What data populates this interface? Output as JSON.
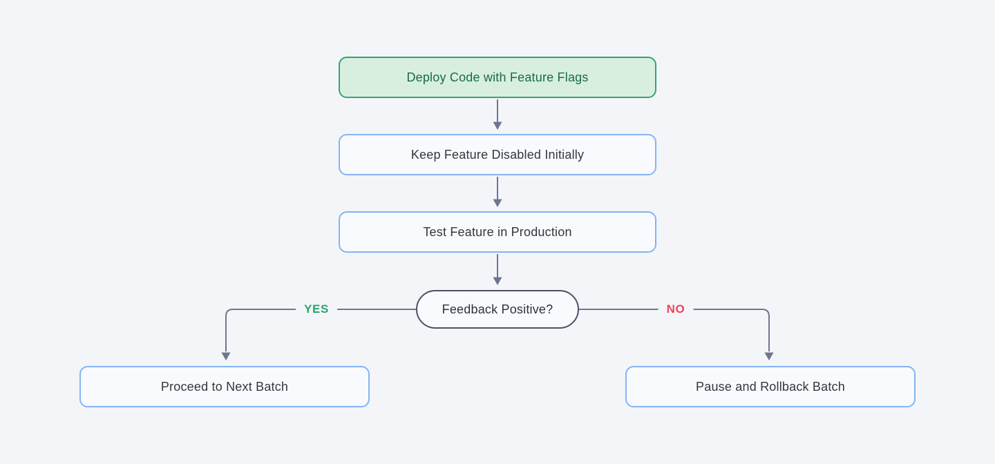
{
  "diagram": {
    "type": "flowchart",
    "nodes": {
      "deploy": {
        "label": "Deploy Code with Feature Flags",
        "shape": "rounded-rect",
        "variant": "start"
      },
      "keep": {
        "label": "Keep Feature Disabled Initially",
        "shape": "rounded-rect",
        "variant": "process"
      },
      "test": {
        "label": "Test Feature in Production",
        "shape": "rounded-rect",
        "variant": "process"
      },
      "decision": {
        "label": "Feedback Positive?",
        "shape": "stadium",
        "variant": "decision"
      },
      "proceed": {
        "label": "Proceed to Next Batch",
        "shape": "rounded-rect",
        "variant": "process"
      },
      "pause": {
        "label": "Pause and Rollback Batch",
        "shape": "rounded-rect",
        "variant": "process"
      }
    },
    "edges": [
      {
        "from": "deploy",
        "to": "keep",
        "label": ""
      },
      {
        "from": "keep",
        "to": "test",
        "label": ""
      },
      {
        "from": "test",
        "to": "decision",
        "label": ""
      },
      {
        "from": "decision",
        "to": "proceed",
        "label": "YES"
      },
      {
        "from": "decision",
        "to": "pause",
        "label": "NO"
      }
    ],
    "edge_labels": {
      "yes": "YES",
      "no": "NO"
    },
    "colors": {
      "background": "#f3f5f9",
      "start_fill": "#d8efe0",
      "start_border": "#36a372",
      "start_text": "#176b4b",
      "process_fill": "#f8fafd",
      "process_border": "#82b4f4",
      "process_text": "#33373d",
      "decision_border": "#4e4e66",
      "connector": "#6d7591",
      "yes_label_color": "#2aa56a",
      "no_label_color": "#ef4358"
    }
  }
}
